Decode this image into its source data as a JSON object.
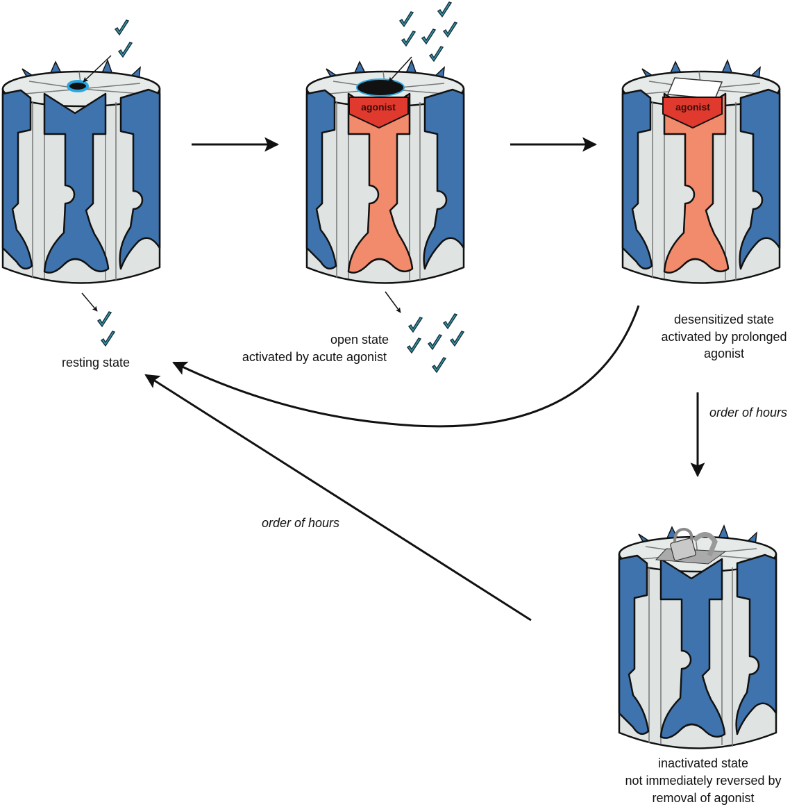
{
  "colors": {
    "subunit_blue": "#3f73ad",
    "subunit_agonist": "#f28a6c",
    "agonist_red": "#e03a2f",
    "body": "#dfe4e3",
    "agonist_glyph": "#3a9db0",
    "pore_ring": "#29a8e0"
  },
  "states": {
    "resting": {
      "label": "resting state"
    },
    "open": {
      "label_1": "open state",
      "label_2": "activated by acute agonist",
      "agonist_tag": "agonist"
    },
    "desensitized": {
      "label_1": "desensitized state",
      "label_2": "activated by prolonged",
      "label_3": "agonist",
      "agonist_tag": "agonist"
    },
    "inactivated": {
      "label_1": "inactivated state",
      "label_2": "not immediately reversed by",
      "label_3": "removal of agonist"
    }
  },
  "transitions": {
    "desensitized_to_inactivated": "order of hours",
    "inactivated_to_resting": "order of hours"
  },
  "icons": {
    "agonist": "check-mark-icon",
    "lock": "padlock-icon"
  }
}
